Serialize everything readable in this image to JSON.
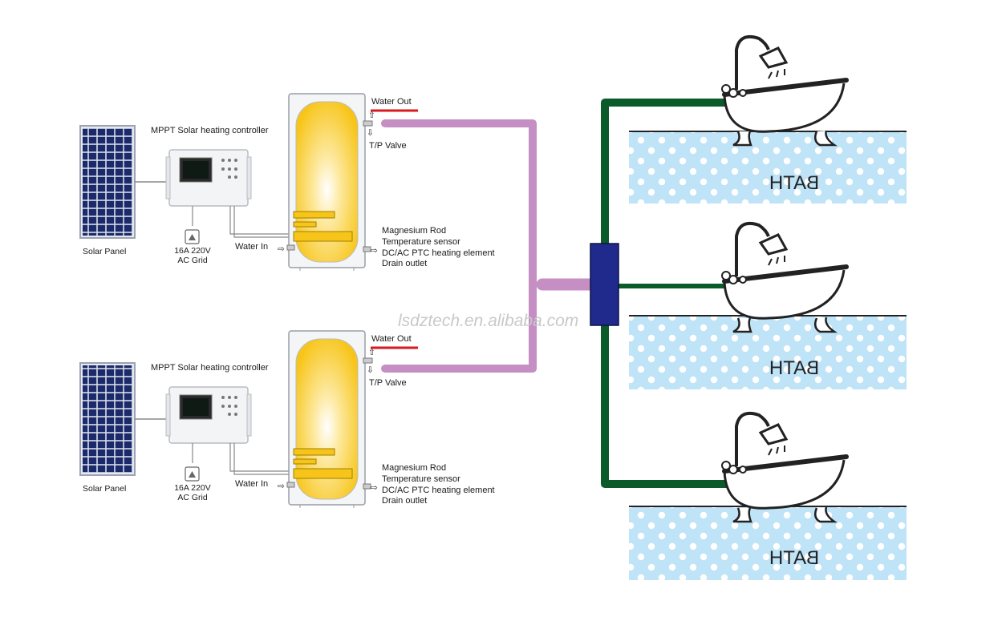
{
  "colors": {
    "hot_pipe": "#c58fc4",
    "cold_pipe": "#0b5a2a",
    "manifold": "#1f2a8c",
    "tank_fill": "#f7c51a",
    "water_out_marker": "#d71920",
    "panel_cell": "#1b2a6b",
    "bath_tile": "#bfe3f7"
  },
  "systems": [
    {
      "panel_label": "Solar Panel",
      "controller_label": "MPPT Solar heating controller",
      "grid_label_1": "16A 220V",
      "grid_label_2": "AC Grid",
      "water_in": "Water In",
      "water_out": "Water Out",
      "tp_valve": "T/P  Valve",
      "components": [
        "Magnesium Rod",
        "Temperature  sensor",
        "DC/AC PTC heating element",
        "Drain outlet"
      ]
    },
    {
      "panel_label": "Solar Panel",
      "controller_label": "MPPT Solar heating controller",
      "grid_label_1": "16A 220V",
      "grid_label_2": "AC Grid",
      "water_in": "Water In",
      "water_out": "Water Out",
      "tp_valve": "T/P  Valve",
      "components": [
        "Magnesium Rod",
        "Temperature  sensor",
        "DC/AC PTC heating element",
        "Drain outlet"
      ]
    }
  ],
  "watermark": "lsdztech.en.alibaba.com",
  "baths": [
    {
      "label": "BATH"
    },
    {
      "label": "BATH"
    },
    {
      "label": "BATH"
    }
  ],
  "icons": [
    "solar-panel-icon",
    "controller-icon",
    "power-socket-icon",
    "water-tank-icon",
    "bathtub-icon",
    "shower-head-icon"
  ]
}
